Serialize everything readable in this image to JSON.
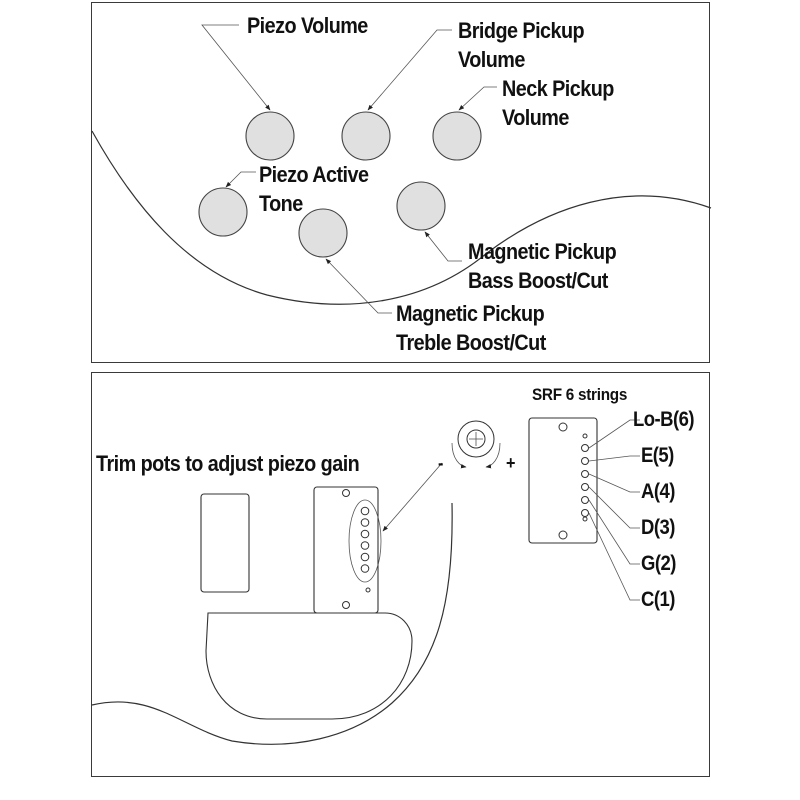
{
  "top_panel": {
    "labels": {
      "piezo_volume": [
        "Piezo Volume"
      ],
      "bridge_pickup_volume": [
        "Bridge Pickup",
        "Volume"
      ],
      "neck_pickup_volume": [
        "Neck Pickup",
        "Volume"
      ],
      "piezo_active_tone": [
        "Piezo Active",
        "Tone"
      ],
      "magnetic_bass": [
        "Magnetic Pickup",
        "Bass Boost/Cut"
      ],
      "magnetic_treble": [
        "Magnetic Pickup",
        "Treble Boost/Cut"
      ]
    }
  },
  "bottom_panel": {
    "trim_pots_label": "Trim pots to adjust piezo gain",
    "minus_sign": "-",
    "plus_sign": "+",
    "srf_title": "SRF 6 strings",
    "strings": [
      "Lo-B(6)",
      "E(5)",
      "A(4)",
      "D(3)",
      "G(2)",
      "C(1)"
    ]
  },
  "colors": {
    "knob_fill": "#e0e0e0",
    "outline": "#333333",
    "text": "#111111"
  }
}
